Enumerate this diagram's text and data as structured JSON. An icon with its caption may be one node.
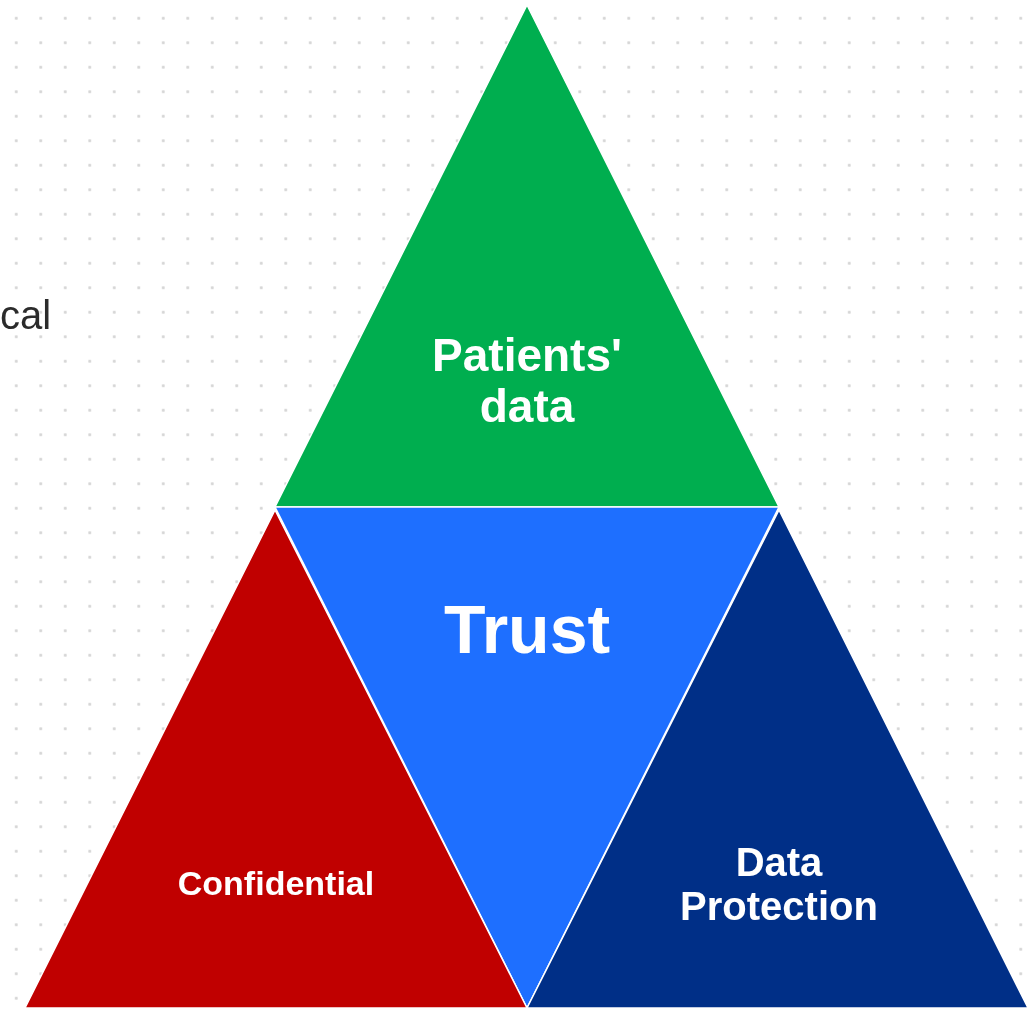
{
  "diagram": {
    "nodes": [
      {
        "text": [
          "Patients' data"
        ]
      },
      {
        "text": [
          "Trust"
        ]
      },
      {
        "text": [
          "Confidential"
        ]
      },
      {
        "text": [
          "Data Protection"
        ]
      }
    ],
    "labels": [
      "cal"
    ]
  }
}
